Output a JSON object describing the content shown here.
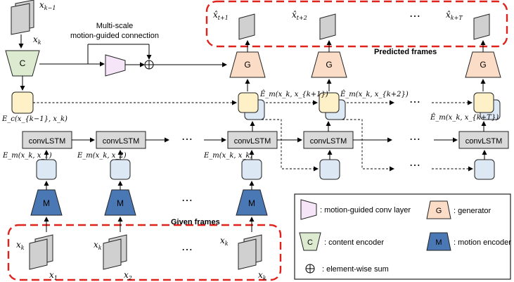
{
  "colors": {
    "content_encoder": "#dcebd0",
    "motion_encoder": "#4a78b4",
    "generator": "#fbdcc6",
    "motion_conv": "#f6e4f8",
    "latent_yellow": "#fff1c7",
    "latent_blue": "#dde8f5",
    "frame_gray": "#d0d0d0",
    "lstm_gray": "#d9d9d9",
    "red_dashed": "#e0221c"
  },
  "labels": {
    "x_km1": "x",
    "x_km1_sub": "k−1",
    "x_k": "x",
    "x_k_sub": "k",
    "c": "C",
    "g": "G",
    "m": "M",
    "multiscale_line1": "Multi-scale",
    "multiscale_line2": "motion-guided connection",
    "predicted_frames": "Predicted frames",
    "given_frames": "Given frames",
    "convlstm": "convLSTM",
    "ellipsis": "⋯",
    "ec": "E",
    "ec_sub": "c",
    "ec_args": "(x",
    "ec_args2": ", x",
    "em": "E",
    "em_sub": "m",
    "x1": "x",
    "x1_sub": "1",
    "x2": "x",
    "x2_sub": "2",
    "xk": "x",
    "xk_sub": "k",
    "xhat_t1": "x̂",
    "xhat_t1_sub": "t+1",
    "xhat_t2": "x̂",
    "xhat_t2_sub": "t+2",
    "xhat_kT": "x̂",
    "xhat_kT_sub": "k+T"
  },
  "formulas": {
    "ec": "E_c(x_{k−1}, x_k)",
    "em1": "E_m(x_k, x_1)",
    "em2": "E_m(x_k, x_2)",
    "emk": "E_m(x_k, x_k)",
    "emhat1": "Ê_m(x_k, x_{k+1})",
    "emhat2": "Ê_m(x_k, x_{k+2})",
    "emhatT": "Ê_m(x_k, x_{k+T})"
  },
  "legend": {
    "motion_conv": ": motion-guided conv layer",
    "generator_letter": "G",
    "generator": ": generator",
    "content_letter": "C",
    "content": ": content encoder",
    "motion_letter": "M",
    "motion": ": motion encoder",
    "sum": ": element-wise sum"
  }
}
